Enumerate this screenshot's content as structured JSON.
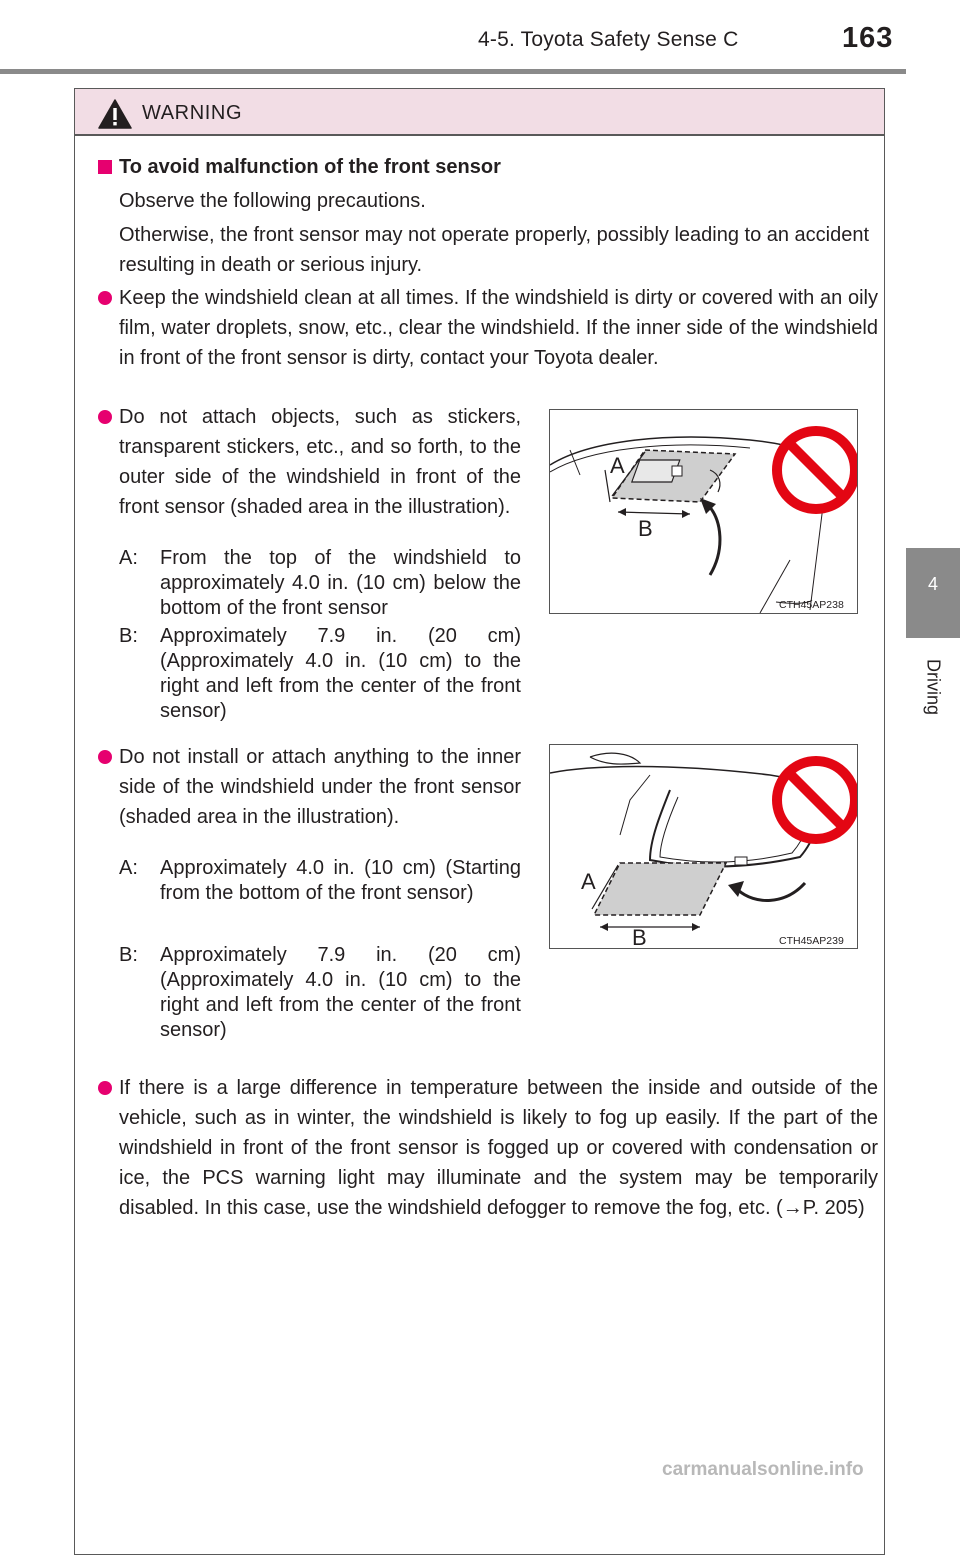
{
  "header": {
    "section": "4-5. Toyota Safety Sense C",
    "page_number": "163"
  },
  "side_tab": {
    "chapter_number": "4",
    "chapter_label": "Driving"
  },
  "warning": {
    "title": "WARNING",
    "icon": "warning-triangle-icon",
    "section_title": "To avoid malfunction of the front sensor",
    "intro_1": "Observe the following precautions.",
    "intro_2": "Otherwise, the front sensor may not operate properly, possibly leading to an accident resulting in death or serious injury.",
    "bullet_1": "Keep the windshield clean at all times. If the windshield is dirty or covered with an oily film, water droplets, snow, etc., clear the windshield. If the inner side of the windshield in front of the front sensor is dirty, contact your Toyota dealer.",
    "bullet_2": {
      "text": "Do not attach objects, such as stickers, transparent stickers, etc., and so forth, to the outer side of the windshield in front of the front sensor (shaded area in the illustration).",
      "a_label": "A:",
      "a_text": "From the top of the windshield to approximately 4.0 in. (10 cm) below the bottom of the front sensor",
      "b_label": "B:",
      "b_text": "Approximately 7.9 in. (20 cm) (Approximately 4.0 in. (10 cm) to the right and left from the center of the front sensor)",
      "figure_code": "CTH45AP238",
      "figure_label_a": "A",
      "figure_label_b": "B"
    },
    "bullet_3": {
      "text": "Do not install or attach anything to the inner side of the windshield under the front sensor (shaded area in the illustration).",
      "a_label": "A:",
      "a_text": "Approximately 4.0 in. (10 cm) (Starting from the bottom of the front sensor)",
      "b_label": "B:",
      "b_text": "Approximately 7.9 in. (20 cm) (Approximately 4.0 in. (10 cm) to the right and left from the center of the front sensor)",
      "figure_code": "CTH45AP239",
      "figure_label_a": "A",
      "figure_label_b": "B"
    },
    "bullet_4": "If there is a large difference in temperature between the inside and outside of the vehicle, such as in winter, the windshield is likely to fog up easily. If the part of the windshield in front of the front sensor is fogged up or covered with condensation or ice, the PCS warning light may illuminate and the system may be temporarily disabled. In this case, use the windshield defogger to remove the fog, etc. (→P. 205)"
  },
  "watermark": "carmanualsonline.info",
  "colors": {
    "accent": "#e6006f",
    "warning_header_bg": "#f2dde5",
    "prohibition_red": "#e30613",
    "side_tab_gray": "#8a8a8a"
  }
}
